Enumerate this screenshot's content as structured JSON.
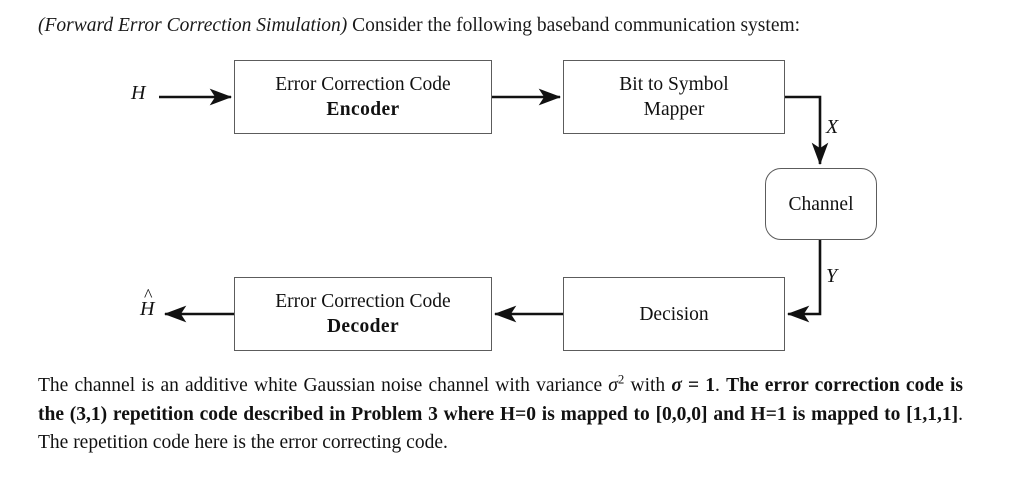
{
  "intro": {
    "italic_part": "(Forward Error Correction Simulation)",
    "rest": " Consider the following baseband communication system:"
  },
  "diagram": {
    "blocks": [
      {
        "id": "encoder",
        "line1": "Error Correction Code",
        "line2": "Encoder",
        "line2_bold": true,
        "shape": "rect"
      },
      {
        "id": "mapper",
        "line1": "Bit to Symbol",
        "line2": "Mapper",
        "line2_bold": false,
        "shape": "rect"
      },
      {
        "id": "channel",
        "line1": "Channel",
        "line2": "",
        "line2_bold": false,
        "shape": "rounded-rect"
      },
      {
        "id": "decision",
        "line1": "Decision",
        "line2": "",
        "line2_bold": false,
        "shape": "rect"
      },
      {
        "id": "decoder",
        "line1": "Error Correction Code",
        "line2": "Decoder",
        "line2_bold": true,
        "shape": "rect"
      }
    ],
    "signals": {
      "input": "H",
      "transmitted": "X",
      "received": "Y",
      "output_base": "H",
      "output_accent": "̂",
      "output_full": "Ĥ"
    },
    "line_color": "#111111",
    "box_border_color": "#5c5c5c"
  },
  "paragraph": {
    "seg1": "The channel is an additive white Gaussian noise channel with variance ",
    "sigma_var": "σ",
    "sigma_exp": "2",
    "seg2": " with ",
    "sigma_bold": "σ",
    "eq_bold": " = 1",
    "seg3": ". ",
    "bold_run": "The error correction code is the (3,1) repetition code described in Problem 3 where H=0 is mapped to [0,0,0] and H=1 is mapped to [1,1,1]",
    "seg4": ". The repetition code here is the error correcting code."
  }
}
